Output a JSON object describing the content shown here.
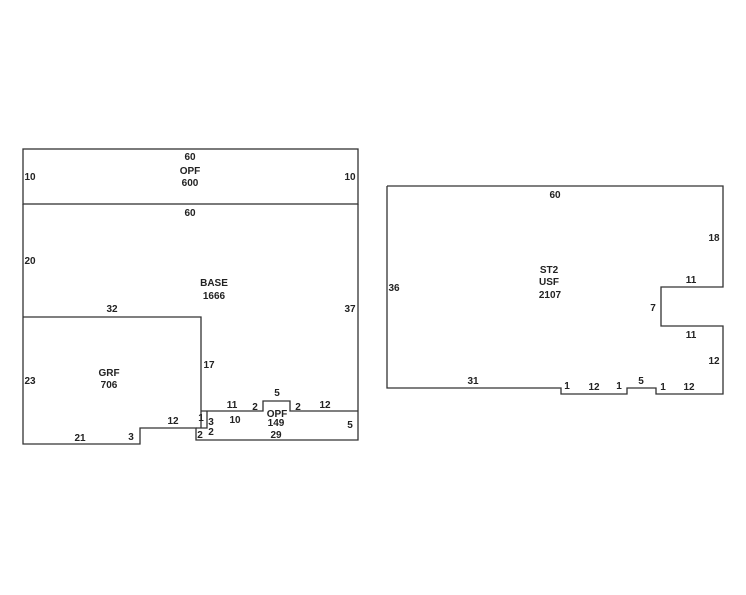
{
  "sketch_left": {
    "opf_top": {
      "code": "OPF",
      "area": "600",
      "dims": [
        "60",
        "10",
        "10",
        "60"
      ]
    },
    "base": {
      "code": "BASE",
      "area": "1666",
      "dims": [
        "20",
        "32",
        "37",
        "17",
        "11",
        "2",
        "5",
        "2",
        "12"
      ]
    },
    "grf": {
      "code": "GRF",
      "area": "706",
      "dims": [
        "23",
        "21",
        "3",
        "12",
        "1"
      ]
    },
    "opf_bottom": {
      "code": "OPF",
      "area": "149",
      "dims": [
        "3",
        "2",
        "2",
        "10",
        "29",
        "5"
      ]
    }
  },
  "sketch_right": {
    "st2": {
      "code": "ST2",
      "type": "USF",
      "area": "2107",
      "dims": [
        "60",
        "18",
        "11",
        "7",
        "11",
        "12",
        "36",
        "31",
        "1",
        "12",
        "1",
        "5",
        "1",
        "12"
      ]
    }
  }
}
